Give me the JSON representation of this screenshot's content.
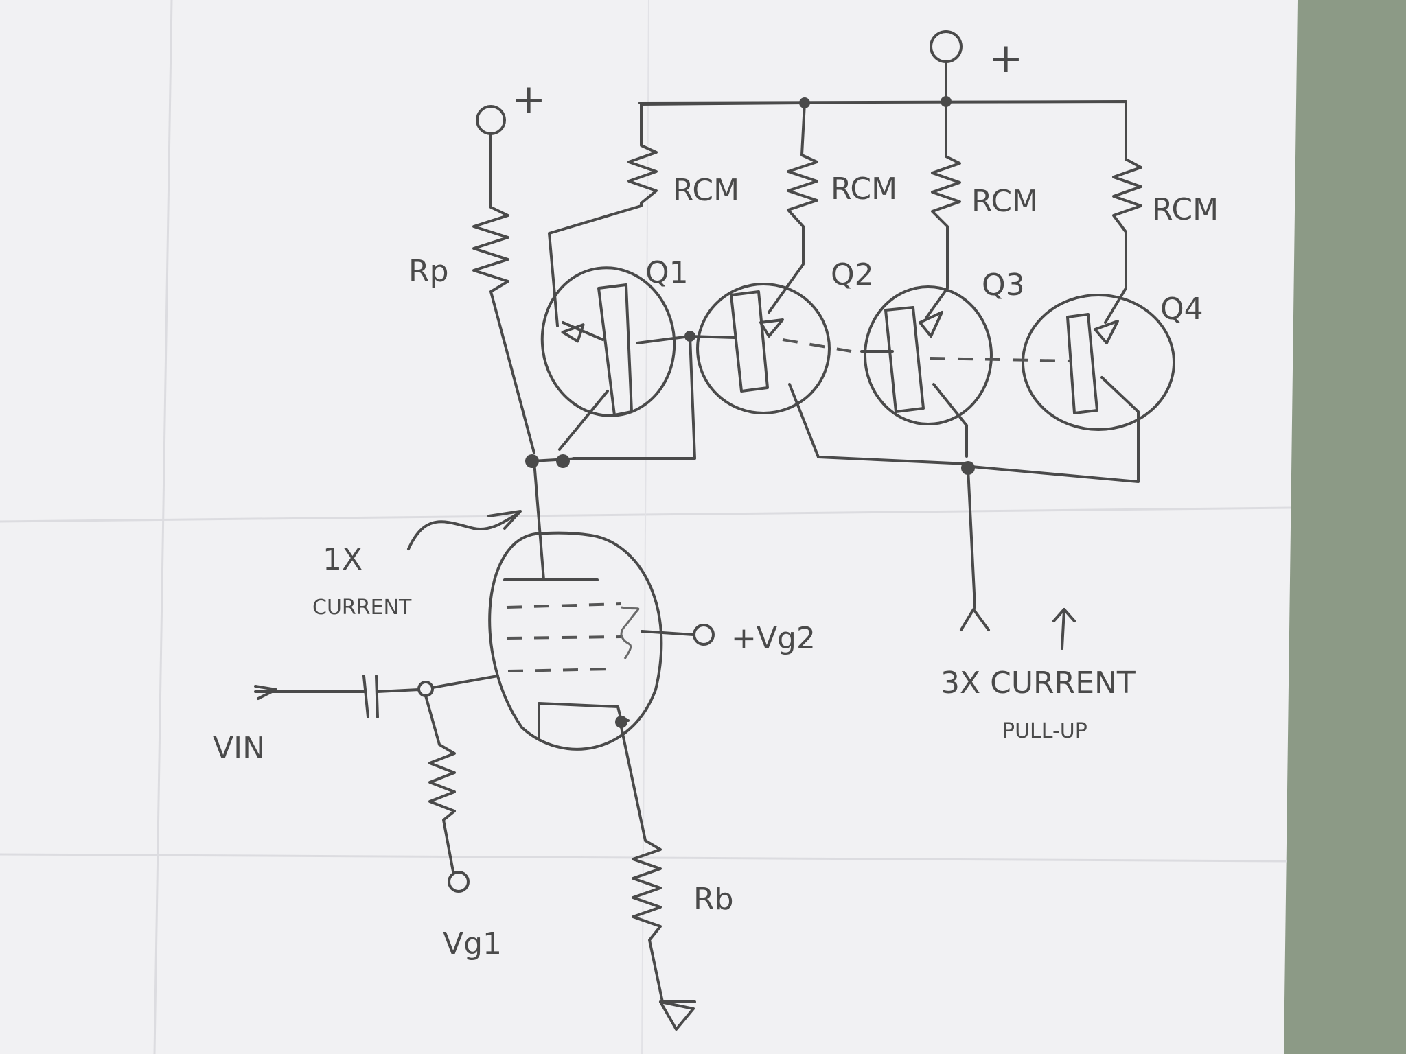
{
  "colors": {
    "paper": "#f1f1f3",
    "ink": "#4a4a4a",
    "background": "#8c9a86"
  },
  "labels": {
    "plus_left": "+",
    "plus_right": "+",
    "rp": "Rp",
    "rcm": "RCM",
    "q1": "Q1",
    "q2": "Q2",
    "q3": "Q3",
    "q4": "Q4",
    "current_1x_line1": "1X",
    "current_1x_line2": "CURRENT",
    "vg2": "+Vg2",
    "vin": "VIN",
    "vg1": "Vg1",
    "rb": "Rb",
    "current_3x_line1": "3X CURRENT",
    "current_3x_line2": "PULL-UP"
  }
}
